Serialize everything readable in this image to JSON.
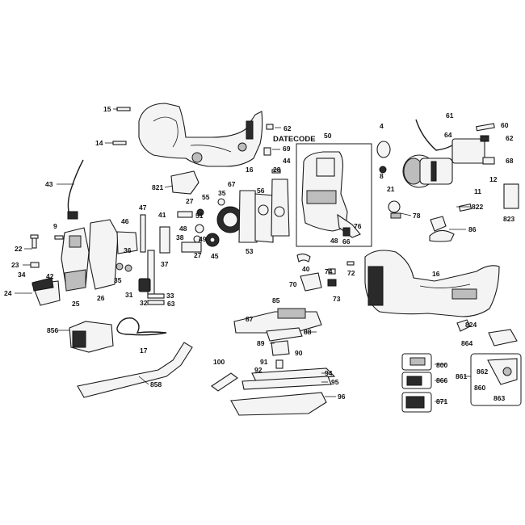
{
  "diagram": {
    "date_code_label": "DATECODE",
    "callouts": [
      "15",
      "62",
      "14",
      "69",
      "16",
      "50",
      "4",
      "61",
      "60",
      "64",
      "62",
      "68",
      "8",
      "12",
      "11",
      "21",
      "822",
      "78",
      "823",
      "86",
      "43",
      "821",
      "27",
      "67",
      "55",
      "35",
      "56",
      "28",
      "44",
      "9",
      "46",
      "47",
      "41",
      "51",
      "22",
      "48",
      "49",
      "45",
      "38",
      "76",
      "48",
      "66",
      "23",
      "36",
      "37",
      "27",
      "53",
      "40",
      "74",
      "72",
      "34",
      "42",
      "35",
      "31",
      "32",
      "33",
      "63",
      "70",
      "73",
      "16",
      "24",
      "25",
      "26",
      "85",
      "87",
      "88",
      "89",
      "90",
      "856",
      "17",
      "824",
      "864",
      "800",
      "100",
      "91",
      "92",
      "94",
      "95",
      "866",
      "861",
      "862",
      "860",
      "863",
      "858",
      "96",
      "871"
    ]
  }
}
